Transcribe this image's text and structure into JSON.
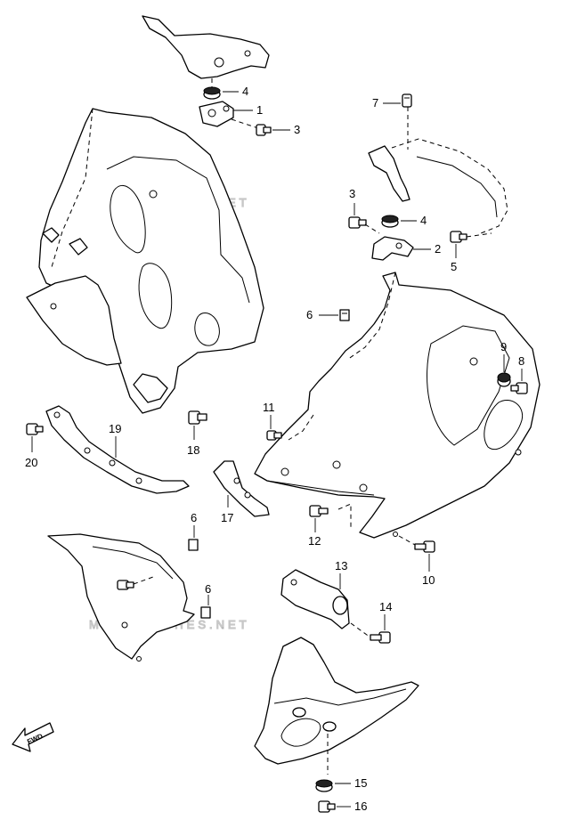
{
  "watermark": "MICROFICHES.NET",
  "fwd_label": "FWD",
  "callouts": [
    {
      "id": "c4a",
      "text": "4"
    },
    {
      "id": "c1",
      "text": "1"
    },
    {
      "id": "c3a",
      "text": "3"
    },
    {
      "id": "c7",
      "text": "7"
    },
    {
      "id": "c3b",
      "text": "3"
    },
    {
      "id": "c4b",
      "text": "4"
    },
    {
      "id": "c2",
      "text": "2"
    },
    {
      "id": "c5",
      "text": "5"
    },
    {
      "id": "c6a",
      "text": "6"
    },
    {
      "id": "c9",
      "text": "9"
    },
    {
      "id": "c8",
      "text": "8"
    },
    {
      "id": "c11",
      "text": "11"
    },
    {
      "id": "c19",
      "text": "19"
    },
    {
      "id": "c18",
      "text": "18"
    },
    {
      "id": "c20",
      "text": "20"
    },
    {
      "id": "c17",
      "text": "17"
    },
    {
      "id": "c12",
      "text": "12"
    },
    {
      "id": "c10",
      "text": "10"
    },
    {
      "id": "c6b",
      "text": "6"
    },
    {
      "id": "c6c",
      "text": "6"
    },
    {
      "id": "c13",
      "text": "13"
    },
    {
      "id": "c14",
      "text": "14"
    },
    {
      "id": "c15",
      "text": "15"
    },
    {
      "id": "c16",
      "text": "16"
    }
  ]
}
